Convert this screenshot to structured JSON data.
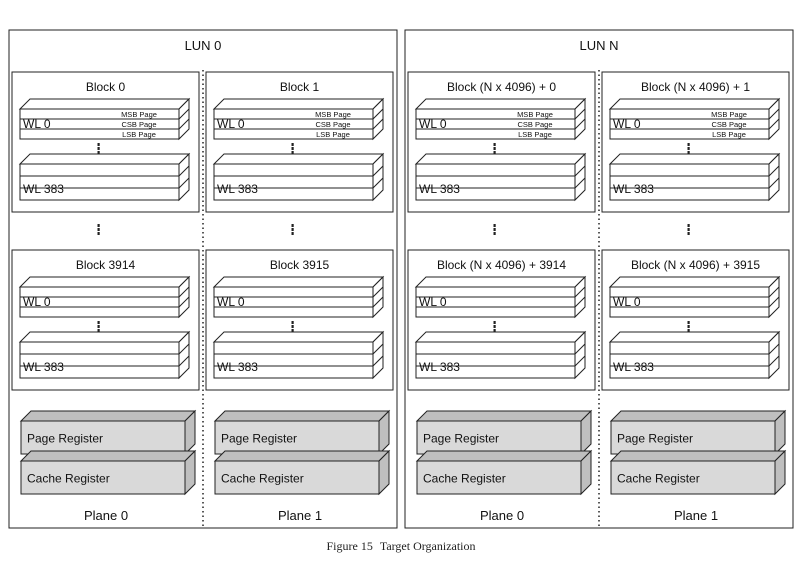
{
  "caption": {
    "figure": "Figure 15",
    "title": "Target Organization"
  },
  "luns": [
    {
      "title": "LUN 0",
      "planes": [
        {
          "label": "Plane 0",
          "top_block": "Block 0",
          "bottom_block": "Block 3914"
        },
        {
          "label": "Plane 1",
          "top_block": "Block 1",
          "bottom_block": "Block 3915"
        }
      ]
    },
    {
      "title": "LUN N",
      "planes": [
        {
          "label": "Plane 0",
          "top_block": "Block (N x 4096) + 0",
          "bottom_block": "Block (N x 4096) + 3914"
        },
        {
          "label": "Plane 1",
          "top_block": "Block (N x 4096) + 1",
          "bottom_block": "Block (N x 4096) + 3915"
        }
      ]
    }
  ],
  "wordlines": {
    "first": "WL 0",
    "last": "WL 383"
  },
  "pages": {
    "msb": "MSB Page",
    "csb": "CSB Page",
    "lsb": "LSB Page"
  },
  "registers": {
    "page": "Page Register",
    "cache": "Cache Register"
  },
  "colors": {
    "line": "#222222",
    "register_fill": "#d9d9d9",
    "register_side": "#bfbfbf"
  }
}
